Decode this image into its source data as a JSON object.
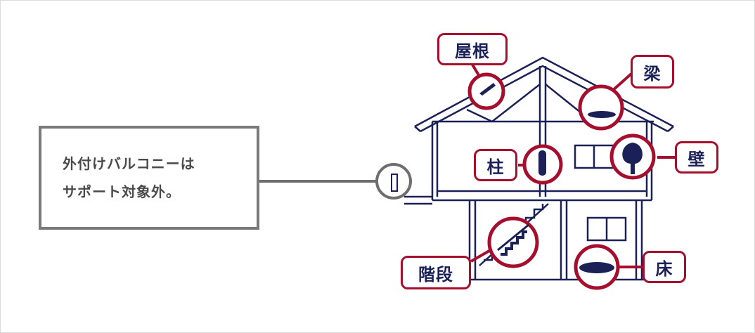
{
  "note": {
    "line1": "外付けバルコニーは",
    "line2": "サポート対象外。"
  },
  "labels": {
    "roof": "屋根",
    "beam": "梁",
    "pillar": "柱",
    "wall": "壁",
    "stairs": "階段",
    "floor": "床"
  },
  "colors": {
    "house_line": "#1b2157",
    "callout_red": "#a50f2d",
    "note_gray": "#7a7a7a"
  }
}
